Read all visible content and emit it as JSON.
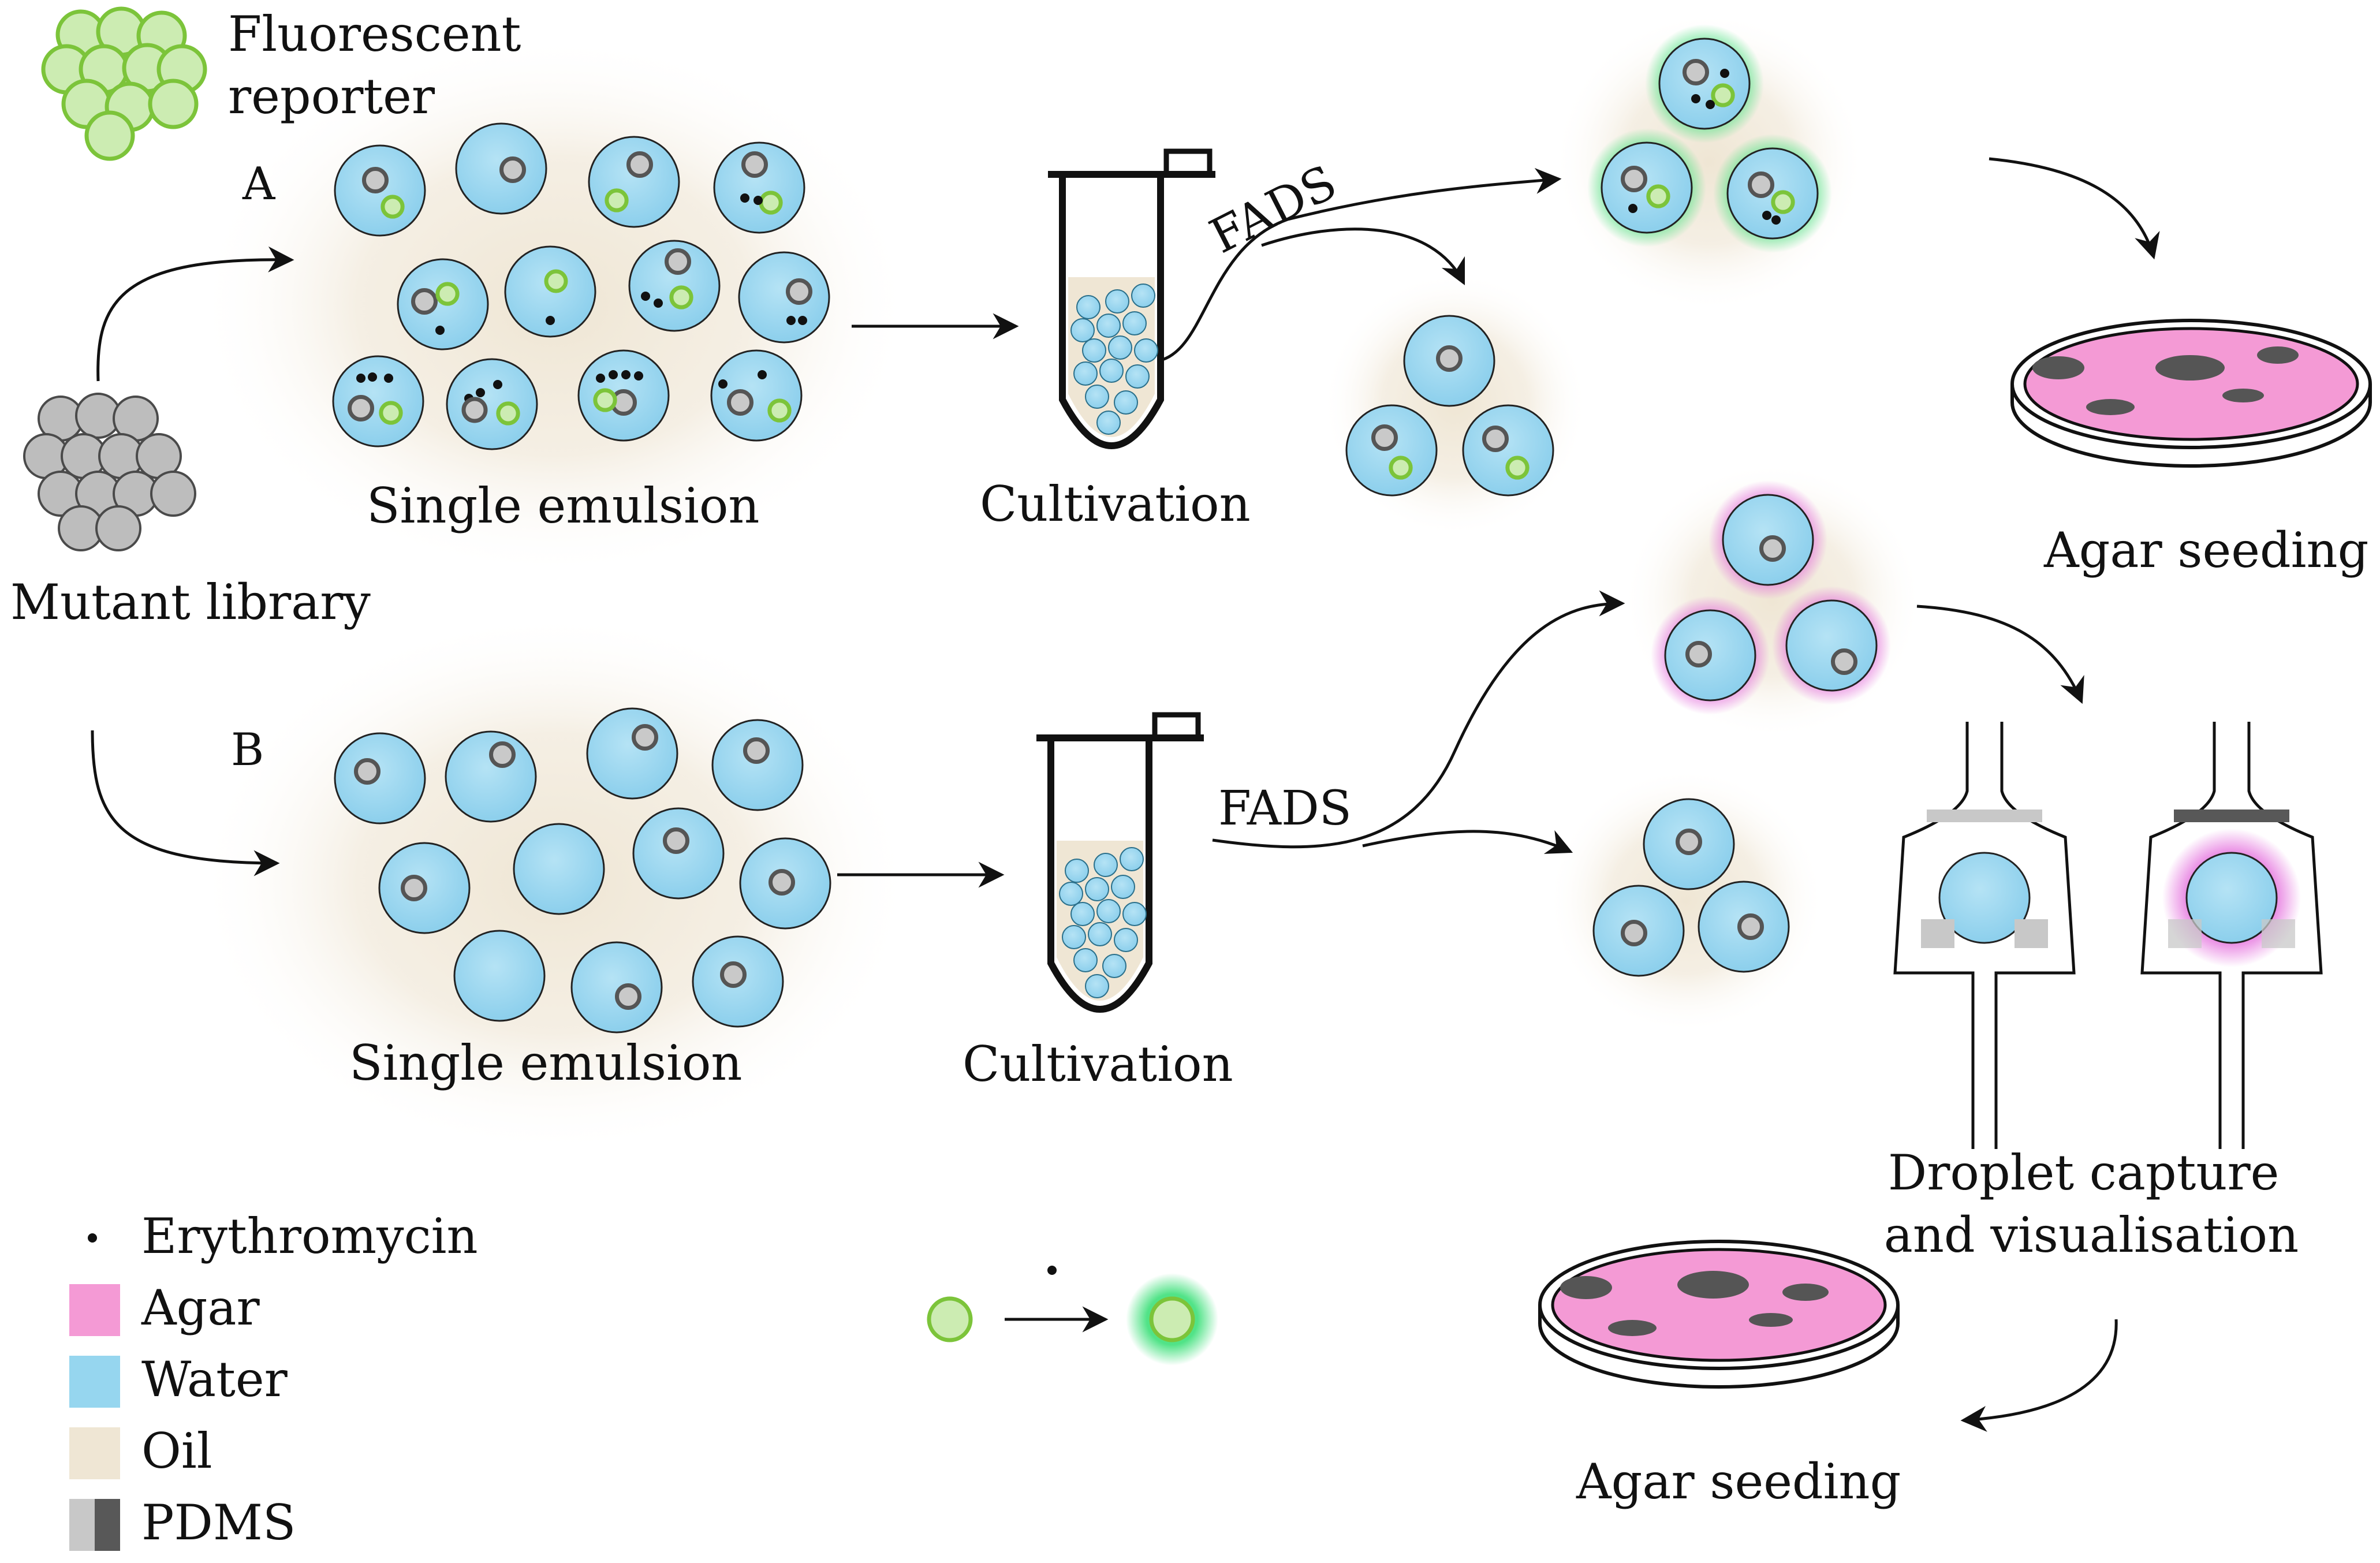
{
  "labels": {
    "fluorescent_reporter": [
      "Fluorescent",
      "reporter"
    ],
    "mutant_library": "Mutant library",
    "panel_a": "A",
    "panel_b": "B",
    "single_emulsion_a": "Single emulsion",
    "single_emulsion_b": "Single emulsion",
    "cultivation_a": "Cultivation",
    "cultivation_b": "Cultivation",
    "fads_a": "FADS",
    "fads_b": "FADS",
    "agar_seeding_a": "Agar seeding",
    "agar_seeding_b": "Agar seeding",
    "droplet_capture": [
      "Droplet capture",
      "and visualisation"
    ]
  },
  "legend": [
    {
      "key": "erythromycin",
      "label": "Erythromycin",
      "swatch": "dot"
    },
    {
      "key": "agar",
      "label": "Agar",
      "swatch": "#f49ad5"
    },
    {
      "key": "water",
      "label": "Water",
      "swatch": "#96d6ef"
    },
    {
      "key": "oil",
      "label": "Oil",
      "swatch": "#efe6d4"
    },
    {
      "key": "pdms",
      "label": "PDMS",
      "swatch": "pdms"
    }
  ],
  "colors": {
    "water": "#96d6ef",
    "agar": "#f49ad5",
    "oil": "#efe6d4",
    "reporter_fill": "#ccecb2",
    "reporter_stroke": "#7cc43a",
    "green_glow": "#3ee07a",
    "magenta_glow": "#e05ad8",
    "pdms_light": "#c8c8c8",
    "pdms_dark": "#585858",
    "colony": "#555555"
  }
}
